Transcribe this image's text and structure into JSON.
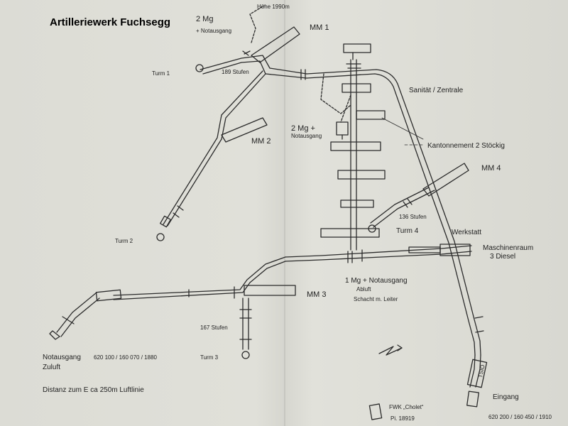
{
  "title": "Artilleriewerk Fuchsegg",
  "labels": {
    "mm1": "MM 1",
    "mm2": "MM 2",
    "mm3": "MM 3",
    "mm4": "MM 4",
    "turm1": "Turm 1",
    "turm2": "Turm 2",
    "turm3": "Turm 3",
    "turm4": "Turm 4",
    "stufen189": "189 Stufen",
    "stufen136": "136 Stufen",
    "stufen167": "167 Stufen",
    "hoehe": "Höhe 1990m",
    "mg2_top_a": "2 Mg",
    "mg2_top_b": "+ Notausgang",
    "mg2_mid_a": "2 Mg +",
    "mg2_mid_b": "Notausgang",
    "sanitaet": "Sanität / Zentrale",
    "kantonnement": "Kantonnement 2 Stöckig",
    "werkstatt": "Werkstatt",
    "maschinenraum_a": "Maschinenraum",
    "maschinenraum_b": "3 Diesel",
    "mg1_a": "1 Mg + Notausgang",
    "mg1_b": "Abluft",
    "mg1_c": "Schacht m. Leiter",
    "notausgang_a": "Notausgang",
    "notausgang_coords": "620 100 / 160 070 / 1880",
    "notausgang_b": "Zuluft",
    "distanz": "Distanz zum E ca 250m Luftlinie",
    "fwk_a": "FWK „Cholet“",
    "fwk_b": "Pi. 18919",
    "eingang": "Eingang",
    "eingang_coords": "620 200 / 160 450 / 1910",
    "tsio": "TSIO",
    "north": "N"
  },
  "colors": {
    "ink": "#2b2b2b",
    "paper": "#dcdcd5"
  }
}
